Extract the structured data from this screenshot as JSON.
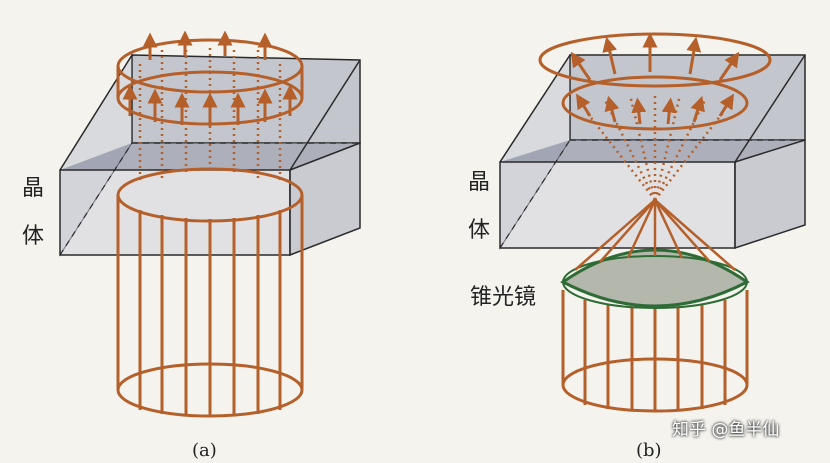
{
  "panel_a": {
    "crystal_label_1": "晶",
    "crystal_label_2": "体",
    "caption": "(a)"
  },
  "panel_b": {
    "crystal_label_1": "晶",
    "crystal_label_2": "体",
    "lens_label": "锥光镜",
    "caption": "(b)"
  },
  "watermark": "知乎 @鱼半仙",
  "colors": {
    "ray": "#b5602a",
    "crystal_fill": "#8f95a8",
    "crystal_edge": "#2a2a2a",
    "lens_edge": "#2f6b35",
    "lens_fill": "#a7aca0",
    "background": "#f4f3ee"
  }
}
